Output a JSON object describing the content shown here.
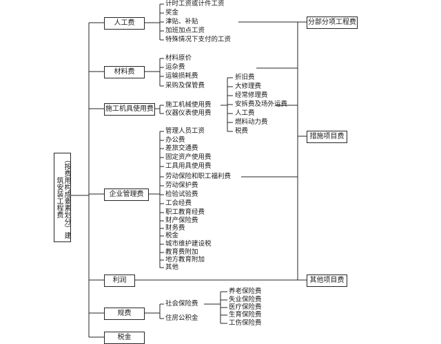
{
  "root": {
    "label_line1": "（按费用构成要素划分）",
    "label_line2": "建筑安装工程费"
  },
  "categories": {
    "labor": "人工费",
    "material": "材料费",
    "machinery": "施工机具使用费",
    "enterprise": "企业管理费",
    "profit": "利润",
    "fees": "规费",
    "tax": "税金"
  },
  "labor_items": [
    "计时工资或计件工资",
    "奖金",
    "津贴、补贴",
    "加班加点工资",
    "特殊情况下支付的工资"
  ],
  "material_items": [
    "材料原价",
    "运杂费",
    "运输损耗费",
    "采购及保管费"
  ],
  "machinery_items": [
    "施工机械使用费",
    "仪器仪表使用费"
  ],
  "machine_cost_items": [
    "折旧费",
    "大修理费",
    "经常修理费",
    "安拆费及场外运费",
    "人工费",
    "燃料动力费",
    "税费"
  ],
  "enterprise_items": [
    "管理人员工资",
    "办公费",
    "差旅交通费",
    "固定资产使用费",
    "工具用具使用费",
    "劳动保险和职工福利费",
    "劳动保护费",
    "检验试验费",
    "工会经费",
    "职工教育经费",
    "财产保险费",
    "财务费",
    "税金",
    "城市维护建设税",
    "教育费附加",
    "地方教育附加",
    "其他"
  ],
  "fee_items": [
    "社会保险费",
    "住房公积金"
  ],
  "insurance_items": [
    "养老保险费",
    "失业保险费",
    "医疗保险费",
    "生育保险费",
    "工伤保险费"
  ],
  "right_boxes": [
    "分部分项工程费",
    "措施项目费",
    "其他项目费"
  ]
}
